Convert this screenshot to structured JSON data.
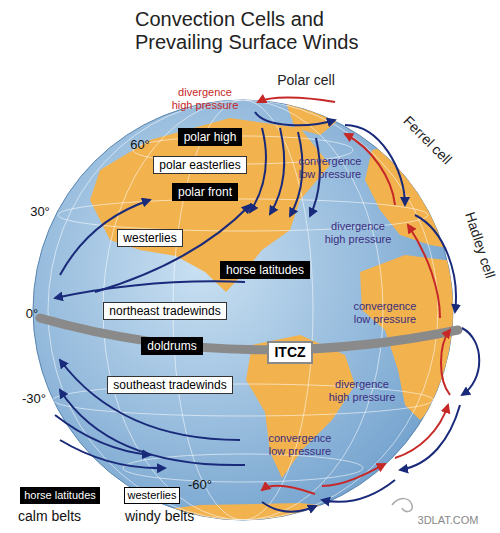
{
  "diagram": {
    "title": "Convection Cells and Prevailing Surface Winds",
    "nodes": [
      {
        "text": [
          "polar high"
        ]
      },
      {
        "text": [
          "polar easterlies"
        ]
      },
      {
        "text": [
          "polar front"
        ]
      },
      {
        "text": [
          "westerlies"
        ]
      },
      {
        "text": [
          "horse latitudes"
        ]
      },
      {
        "text": [
          "northeast tradewinds"
        ]
      },
      {
        "text": [
          "doldrums"
        ]
      },
      {
        "text": [
          "southeast tradewinds"
        ]
      },
      {
        "text": [
          "ITCZ"
        ]
      }
    ],
    "labels": [
      "divergence high pressure",
      "Polar cell",
      "Ferrel cell",
      "Hadley cell",
      "60°",
      "convergence low pressure",
      "30°",
      "divergence high pressure",
      "0°",
      "convergence low pressure",
      "-30°",
      "divergence high pressure",
      "convergence low pressure",
      "-60°",
      "horse latitudes",
      "westerlies",
      "3DLAT.COM"
    ],
    "legend": [
      {
        "text": "calm belts",
        "color": "#000000"
      },
      {
        "text": "windy belts",
        "color": "#ffffff"
      }
    ]
  }
}
